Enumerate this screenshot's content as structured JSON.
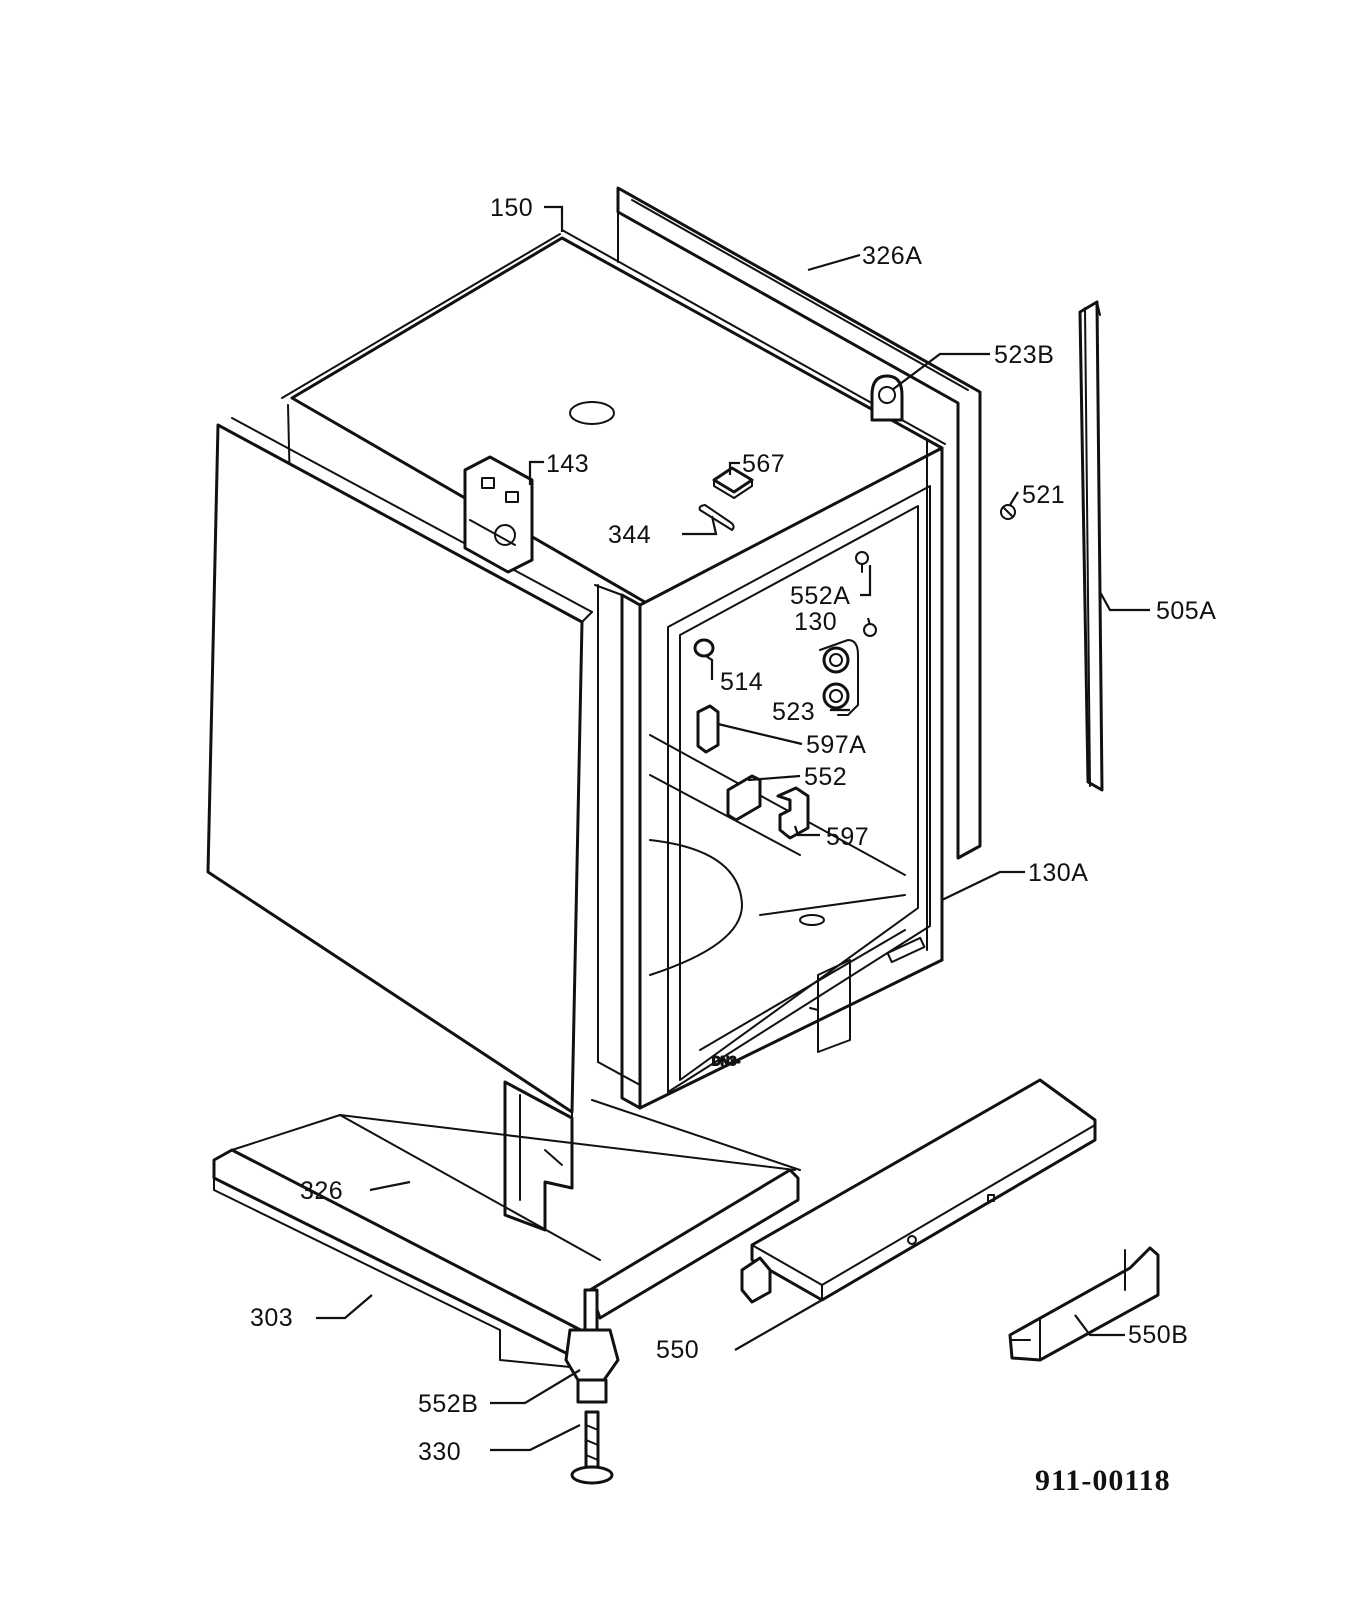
{
  "diagram": {
    "document_id": "911-00118",
    "labels": {
      "l150": "150",
      "l326A": "326A",
      "l523B": "523B",
      "l143": "143",
      "l567": "567",
      "l521": "521",
      "l344": "344",
      "l552A": "552A",
      "l130": "130",
      "l505A": "505A",
      "l514": "514",
      "l523": "523",
      "l597A": "597A",
      "l552": "552",
      "l597": "597",
      "l130A": "130A",
      "l326": "326",
      "l303": "303",
      "l550": "550",
      "l550B": "550B",
      "l552B": "552B",
      "l330": "330"
    }
  }
}
